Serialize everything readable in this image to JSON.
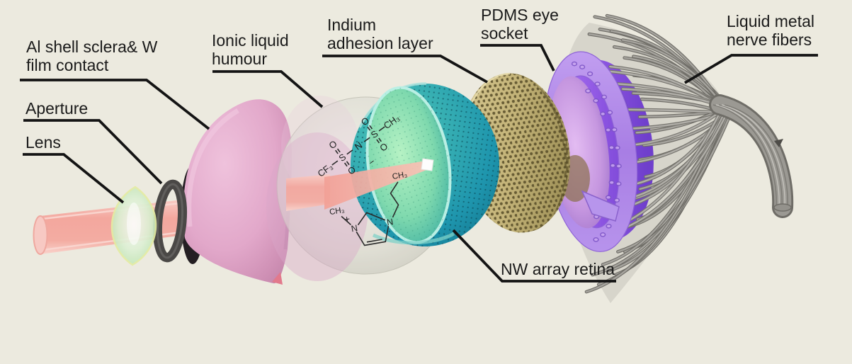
{
  "diagram": {
    "subject": "Exploded view of a biomimetic electrochemical eye",
    "labels": {
      "al_shell": {
        "line1": "Al shell sclera& W",
        "line2": "film contact"
      },
      "aperture": {
        "line1": "Aperture"
      },
      "lens": {
        "line1": "Lens"
      },
      "ionic": {
        "line1": "Ionic liquid",
        "line2": "humour"
      },
      "indium": {
        "line1": "Indium",
        "line2": "adhesion layer"
      },
      "pdms": {
        "line1": "PDMS eye",
        "line2": "socket"
      },
      "liquid_metal": {
        "line1": "Liquid metal",
        "line2": "nerve fibers"
      },
      "nw_retina": {
        "line1": "NW array retina"
      }
    },
    "molecules": {
      "anion": {
        "cf3": "CF₃",
        "s_left": "S",
        "n": "N",
        "s_right": "S",
        "ch3": "CH₃",
        "o1": "O",
        "o2": "O",
        "o3": "O",
        "o4": "O",
        "charge": "−"
      },
      "cation": {
        "n_left": "N",
        "n_right": "N",
        "charge": "+",
        "methyl": "CH₃",
        "chain_end": "CH₃"
      }
    },
    "colors": {
      "background": "#ECEADF",
      "label_text": "#1A1A1A",
      "leader_line": "#141414",
      "light_beam_pink": "#F3A79E",
      "lens_green": "#C9E9BE",
      "aperture_gray": "#4A4846",
      "sclera_pink": "#DFA3C6",
      "humour_gray": "#DEDDD3",
      "retina_teal": "#1E95AD",
      "retina_inner_green": "#9FE8B5",
      "indium_gold": "#CBBC80",
      "socket_purple": "#9560EC",
      "fiber_gray": "#A3A19B"
    }
  }
}
